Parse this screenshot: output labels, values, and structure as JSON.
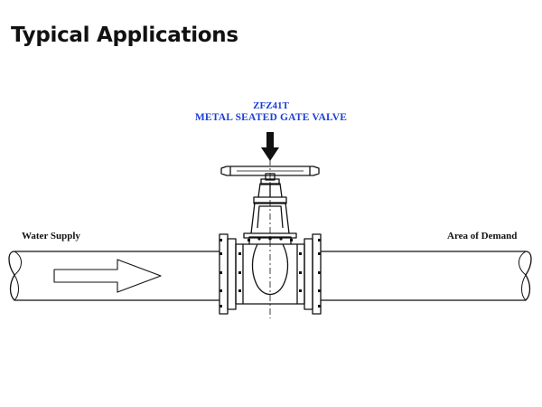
{
  "page": {
    "title": "Typical Applications"
  },
  "valve": {
    "model": "ZFZ41T",
    "type": "METAL SEATED GATE VALVE"
  },
  "pipeline": {
    "inlet_label": "Water Supply",
    "outlet_label": "Area of Demand"
  },
  "colors": {
    "label_blue": "#1a3fd6",
    "line": "#111111"
  }
}
